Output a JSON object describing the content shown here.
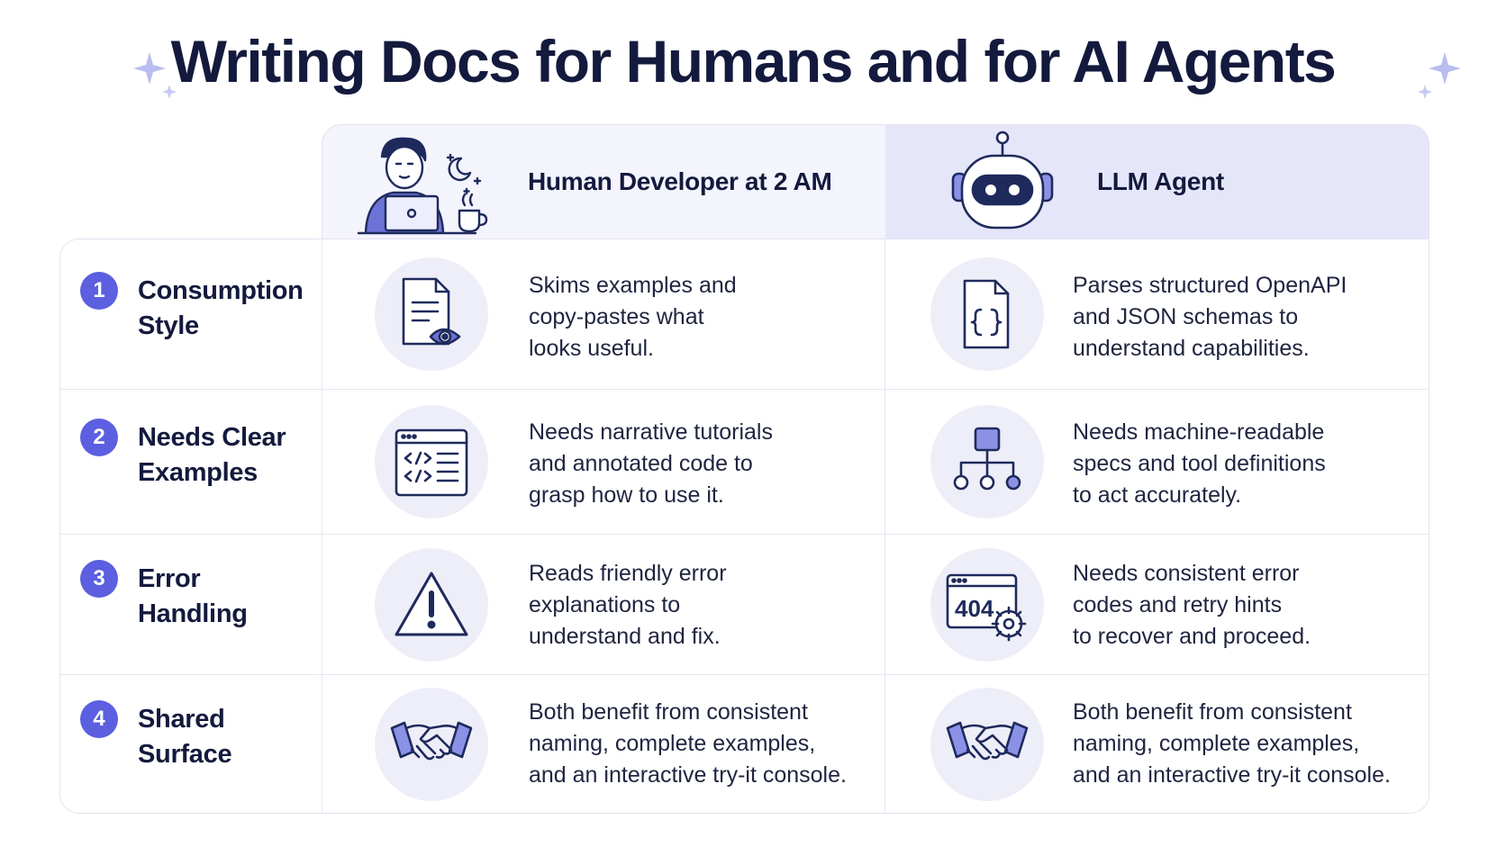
{
  "title": "Writing Docs for Humans and for AI Agents",
  "columns": {
    "human": {
      "label": "Human Developer at 2 AM",
      "icon": "developer-at-laptop-icon"
    },
    "agent": {
      "label": "LLM Agent",
      "icon": "robot-icon"
    }
  },
  "rows": [
    {
      "number": "1",
      "label_line1": "Consumption",
      "label_line2": "Style",
      "human": {
        "icon": "document-eye-icon",
        "lines": [
          "Skims examples and",
          "copy-pastes what",
          "looks useful."
        ]
      },
      "agent": {
        "icon": "json-document-icon",
        "lines": [
          "Parses structured OpenAPI",
          "and JSON schemas to",
          "understand capabilities."
        ]
      }
    },
    {
      "number": "2",
      "label_line1": "Needs Clear",
      "label_line2": "Examples",
      "human": {
        "icon": "code-window-icon",
        "lines": [
          "Needs narrative tutorials",
          "and annotated code to",
          "grasp how to use it."
        ]
      },
      "agent": {
        "icon": "hierarchy-tree-icon",
        "lines": [
          "Needs machine-readable",
          "specs and tool definitions",
          "to act accurately."
        ]
      }
    },
    {
      "number": "3",
      "label_line1": "Error",
      "label_line2": "Handling",
      "human": {
        "icon": "warning-triangle-icon",
        "lines": [
          "Reads friendly error",
          "explanations to",
          "understand and fix."
        ]
      },
      "agent": {
        "icon": "error-404-gear-icon",
        "icon_text": "404",
        "lines": [
          "Needs consistent error",
          "codes and retry hints",
          "to recover and proceed."
        ]
      }
    },
    {
      "number": "4",
      "label_line1": "Shared",
      "label_line2": "Surface",
      "human": {
        "icon": "handshake-icon",
        "lines": [
          "Both benefit from consistent",
          "naming, complete examples,",
          "and an interactive try-it console."
        ]
      },
      "agent": {
        "icon": "handshake-icon",
        "lines": [
          "Both benefit from consistent",
          "naming, complete examples,",
          "and an interactive try-it console."
        ]
      }
    }
  ],
  "colors": {
    "accent": "#5b5fe0",
    "ink": "#1f2a5c",
    "header_human": "#f4f4fd",
    "header_agent": "#e6e6fa",
    "icon_bg": "#eeeef9"
  }
}
